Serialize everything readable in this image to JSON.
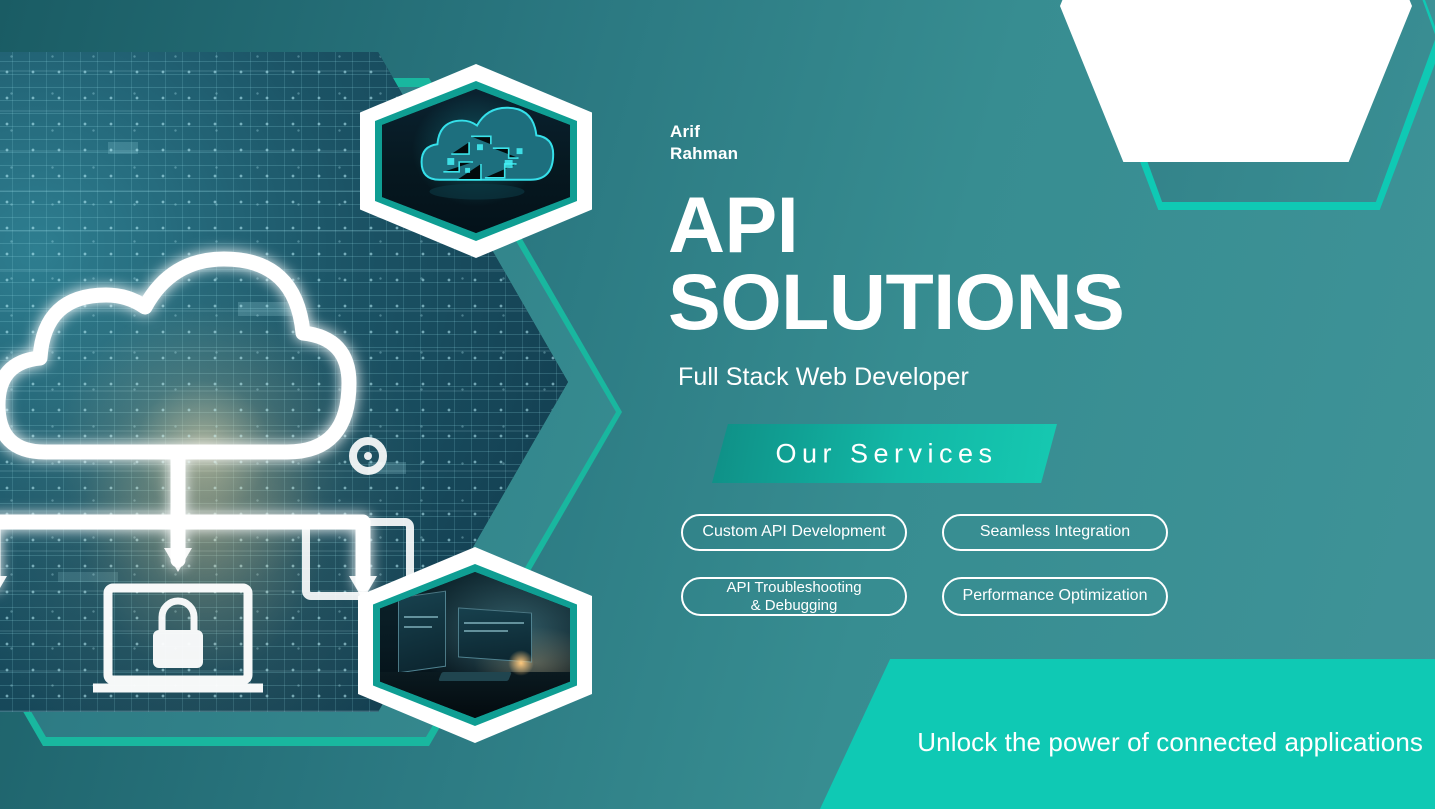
{
  "brand": {
    "person_name_line1": "Arif",
    "person_name_line2": "Rahman",
    "headline_line1": "API",
    "headline_line2": "SOLUTIONS",
    "subtitle": "Full Stack Web Developer"
  },
  "services": {
    "banner_label": "Our Services",
    "items": [
      {
        "label": "Custom API Development"
      },
      {
        "label": "Seamless Integration"
      },
      {
        "label": "API Troubleshooting\n& Debugging"
      },
      {
        "label": "Performance Optimization"
      }
    ]
  },
  "tagline": "Unlock the power of connected applications",
  "imagery": {
    "main_hexagon": "cloud-computing-circuit-board-photo",
    "top_hexagon": "digital-cloud-chip-photo",
    "bottom_hexagon": "developer-workstation-photo"
  },
  "colors": {
    "background_dark_teal": "#1a5c64",
    "background_light_teal": "#3f9398",
    "accent_bright_teal": "#0fc9b4",
    "banner_teal": "#12b8a6",
    "text_white": "#ffffff"
  }
}
